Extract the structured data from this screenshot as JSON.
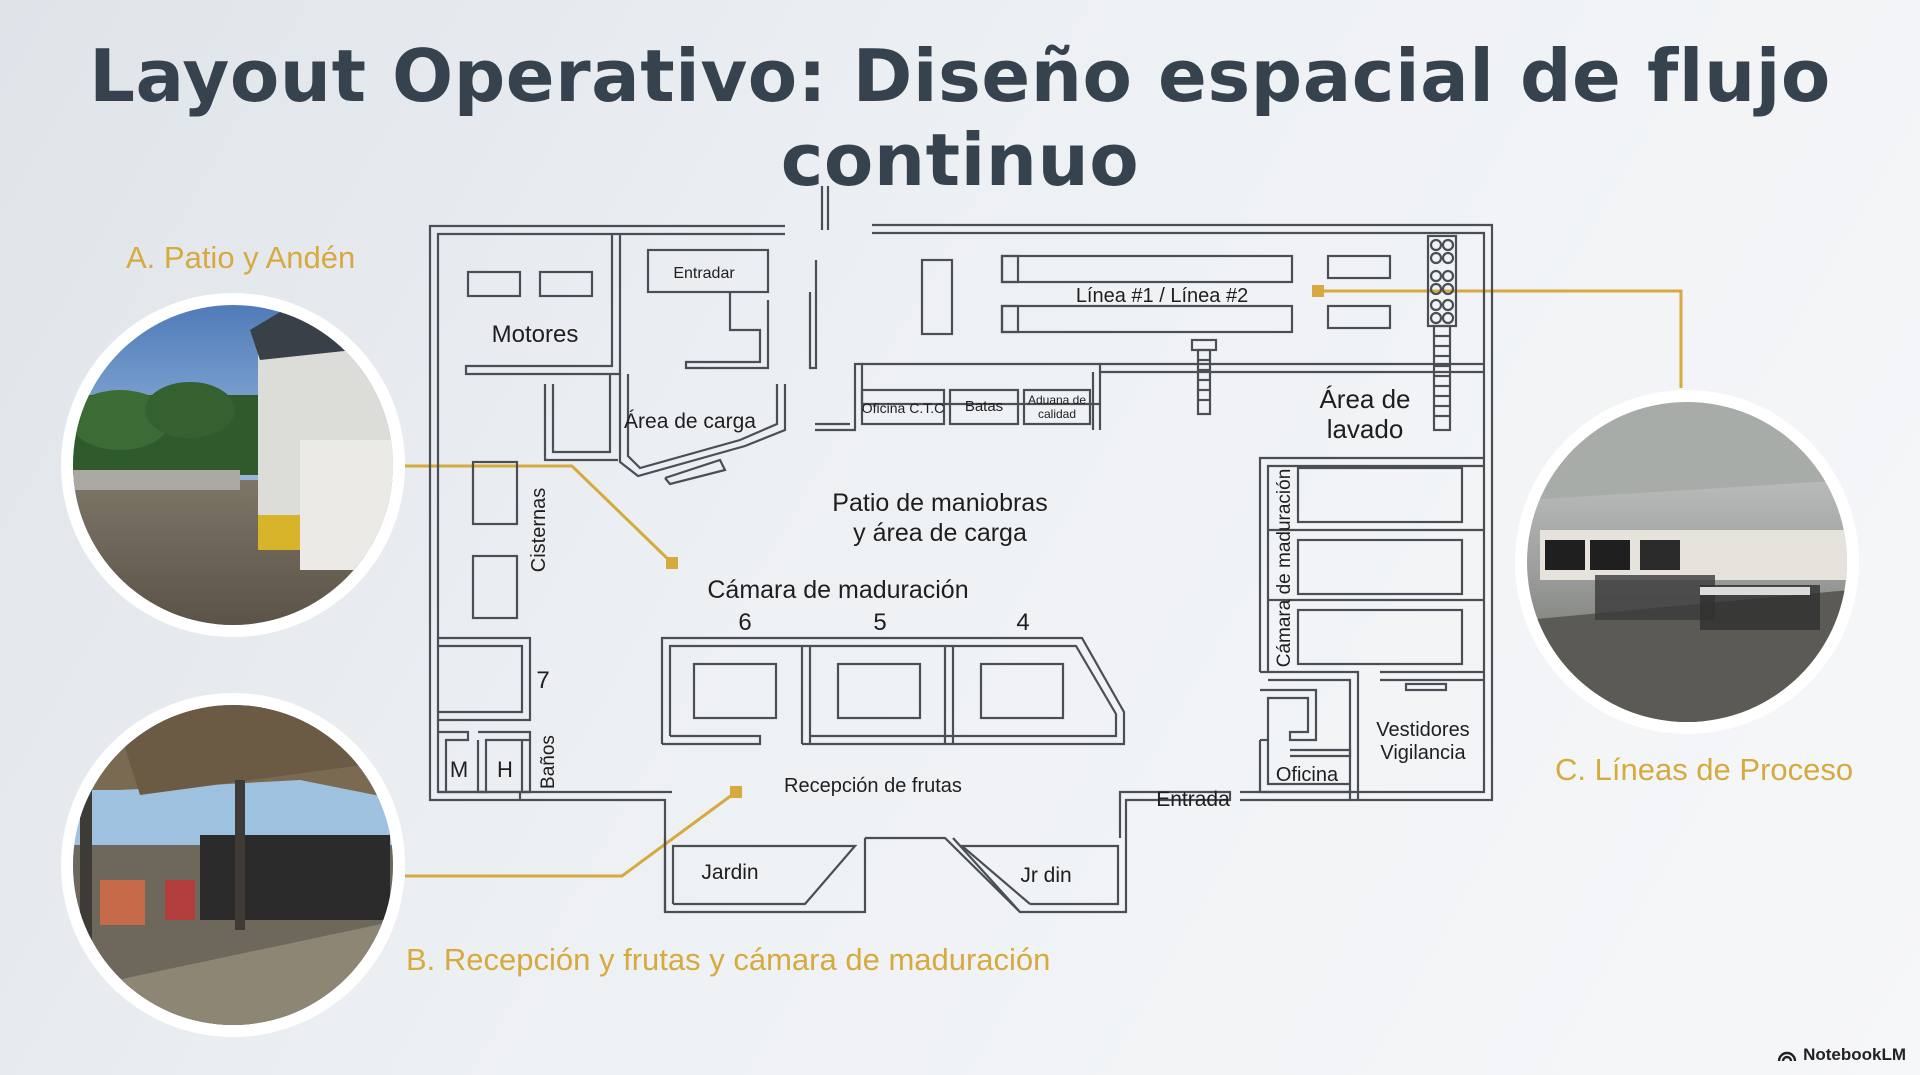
{
  "title": "Layout Operativo: Diseño espacial de flujo continuo",
  "callouts": {
    "a": "A. Patio y Andén",
    "b": "B. Recepción y frutas y cámara de maduración",
    "c": "C. Líneas de Proceso"
  },
  "plan_labels": {
    "motores": "Motores",
    "entradar": "Entradar",
    "area_carga": "Área de carga",
    "linea": "Línea #1 / Línea #2",
    "oficina_ctc": "Oficina C.T.C",
    "batas": "Batas",
    "aduana_1": "Aduana de",
    "aduana_2": "calidad",
    "lavado_1": "Área de",
    "lavado_2": "lavado",
    "patio_1": "Patio de maniobras",
    "patio_2": "y área de carga",
    "cisternas": "Cisternas",
    "camara_center": "Cámara de maduración",
    "num_6": "6",
    "num_5": "5",
    "num_4": "4",
    "num_7": "7",
    "camara_side": "Cámara de maduración",
    "m": "M",
    "h": "H",
    "banos": "Baños",
    "recepcion": "Recepción de frutas",
    "entrada": "Entrada",
    "oficina": "Oficina",
    "vestidores_1": "Vestidores",
    "vestidores_2": "Vigilancia",
    "jardin_left": "Jardin",
    "jardin_right": "Jr din"
  },
  "brand": "NotebookLM",
  "colors": {
    "accent": "#d6aa3e",
    "title": "#36434f",
    "plan_line": "#4a4f55"
  }
}
